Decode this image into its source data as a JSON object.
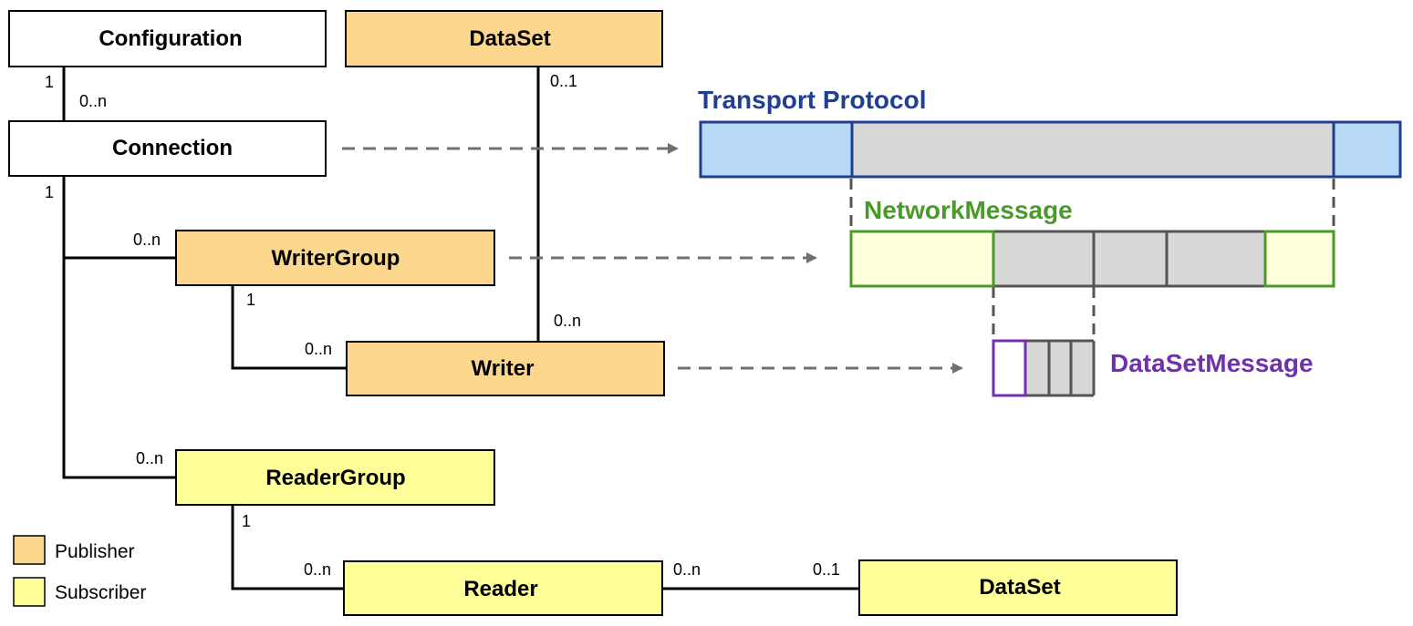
{
  "colors": {
    "publisher": "#fdd78e",
    "subscriber": "#ffff99",
    "transport": "#1f3f8f",
    "transport_fill": "#b8d8f8",
    "network": "#4a9a2a",
    "network_fill": "#ffffdd",
    "datasetmessage": "#7030b0",
    "payload_fill": "#d8d8d8",
    "payload_stroke": "#555555",
    "arrow": "#707070"
  },
  "boxes": {
    "configuration": "Configuration",
    "dataset_top": "DataSet",
    "connection": "Connection",
    "writer_group": "WriterGroup",
    "writer": "Writer",
    "reader_group": "ReaderGroup",
    "reader": "Reader",
    "dataset_bottom": "DataSet"
  },
  "multiplicities": {
    "configuration_side": "1",
    "connection_side": "0..n",
    "dataset_to_writer": "0..1",
    "connection_1": "1",
    "writer_group_side": "0..n",
    "writer_group_1": "1",
    "writer_from_dataset": "0..n",
    "writer_side": "0..n",
    "reader_group_side": "0..n",
    "reader_group_1": "1",
    "reader_side": "0..n",
    "reader_to_dataset": "0..n",
    "dataset_from_reader": "0..1"
  },
  "messages": {
    "transport": "Transport Protocol",
    "network": "NetworkMessage",
    "dataset_message": "DataSetMessage"
  },
  "legend": {
    "publisher": "Publisher",
    "subscriber": "Subscriber"
  }
}
